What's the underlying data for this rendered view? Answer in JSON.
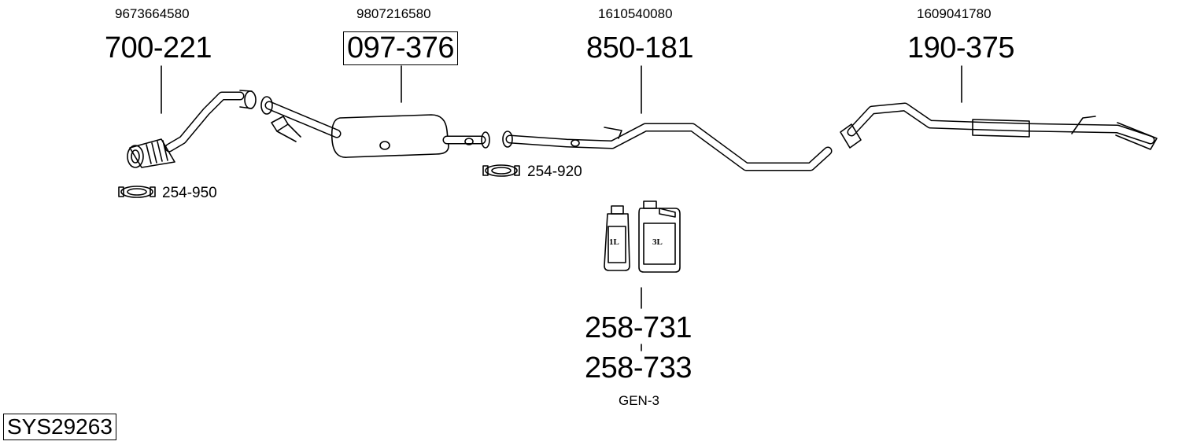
{
  "parts": [
    {
      "oem": "9673664580",
      "number": "700-221",
      "boxed": false
    },
    {
      "oem": "9807216580",
      "number": "097-376",
      "boxed": true
    },
    {
      "oem": "1610540080",
      "number": "850-181",
      "boxed": false
    },
    {
      "oem": "1609041780",
      "number": "190-375",
      "boxed": false
    }
  ],
  "clamps": [
    {
      "number": "254-950"
    },
    {
      "number": "254-920"
    }
  ],
  "fluids": {
    "small_label": "1L",
    "large_label": "3L",
    "number_1": "258-731",
    "number_2": "258-733",
    "note": "GEN-3"
  },
  "system_id": "SYS29263"
}
